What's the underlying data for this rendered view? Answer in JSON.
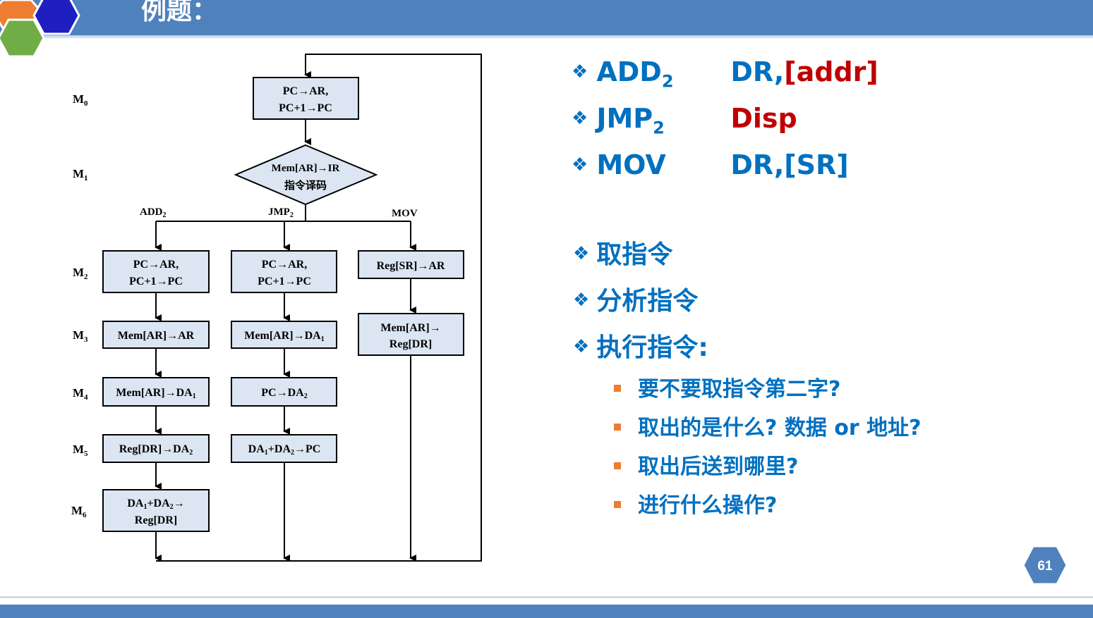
{
  "header": {
    "title": "例题："
  },
  "flowchart": {
    "states": [
      "M0",
      "M1",
      "M2",
      "M3",
      "M4",
      "M5",
      "M6"
    ],
    "fetch_box": [
      "PC→AR,",
      "PC+1→PC"
    ],
    "decode": [
      "Mem[AR]→IR",
      "指令译码"
    ],
    "branches": {
      "add": "ADD2",
      "jmp": "JMP2",
      "mov": "MOV"
    },
    "add_steps": [
      [
        "PC→AR,",
        "PC+1→PC"
      ],
      [
        "Mem[AR]→AR"
      ],
      [
        "Mem[AR]→DA1"
      ],
      [
        "Reg[DR]→DA2"
      ],
      [
        "DA1+DA2→",
        "Reg[DR]"
      ]
    ],
    "jmp_steps": [
      [
        "PC→AR,",
        "PC+1→PC"
      ],
      [
        "Mem[AR]→DA1"
      ],
      [
        "PC→DA2"
      ],
      [
        "DA1+DA2→PC"
      ]
    ],
    "mov_steps": [
      [
        "Reg[SR]→AR"
      ],
      [
        "Mem[AR]→",
        "Reg[DR]"
      ]
    ]
  },
  "instructions": [
    {
      "mnemonic": "ADD",
      "sub": "2",
      "operand1": "DR,",
      "operand2": "[addr]"
    },
    {
      "mnemonic": "JMP",
      "sub": "2",
      "operand1": "",
      "operand2": "Disp"
    },
    {
      "mnemonic": "MOV",
      "sub": "",
      "operand1": "DR,",
      "operand2": "[SR]"
    }
  ],
  "phases": [
    "取指令",
    "分析指令",
    "执行指令:"
  ],
  "questions": [
    "要不要取指令第二字?",
    "取出的是什么? 数据 or 地址?",
    "取出后送到哪里?",
    "进行什么操作?"
  ],
  "page_number": "61",
  "colors": {
    "accent": "#4f81bd",
    "text_blue": "#0070c0",
    "red": "#c00000",
    "box_fill": "#dce6f2",
    "orange": "#ed7d31"
  }
}
